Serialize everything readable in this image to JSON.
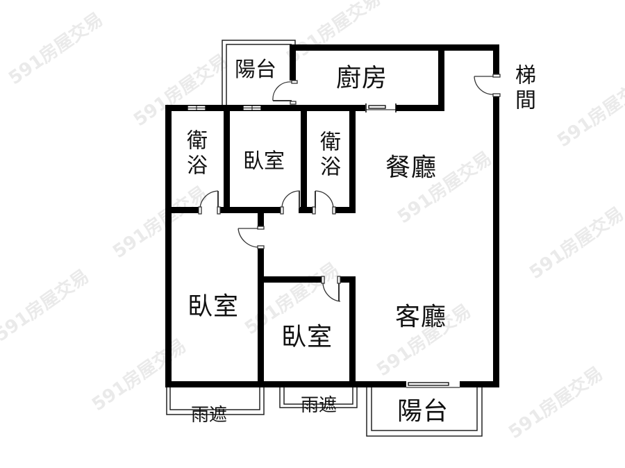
{
  "floorplan": {
    "rooms": [
      {
        "id": "balcony-top",
        "label": "陽台"
      },
      {
        "id": "kitchen",
        "label": "廚房"
      },
      {
        "id": "stairwell",
        "label": "梯間"
      },
      {
        "id": "bathroom-left",
        "label": "衛浴"
      },
      {
        "id": "bedroom-top",
        "label": "臥室"
      },
      {
        "id": "bathroom-right",
        "label": "衛浴"
      },
      {
        "id": "dining-room",
        "label": "餐廳"
      },
      {
        "id": "bedroom-left",
        "label": "臥室"
      },
      {
        "id": "bedroom-bottom",
        "label": "臥室"
      },
      {
        "id": "living-room",
        "label": "客廳"
      },
      {
        "id": "canopy-left",
        "label": "雨遮"
      },
      {
        "id": "canopy-middle",
        "label": "雨遮"
      },
      {
        "id": "balcony-bottom",
        "label": "陽台"
      }
    ],
    "watermark": "591房屋交易",
    "colors": {
      "wall": "#000000",
      "background": "#ffffff",
      "watermark": "#a0a0a0"
    }
  }
}
